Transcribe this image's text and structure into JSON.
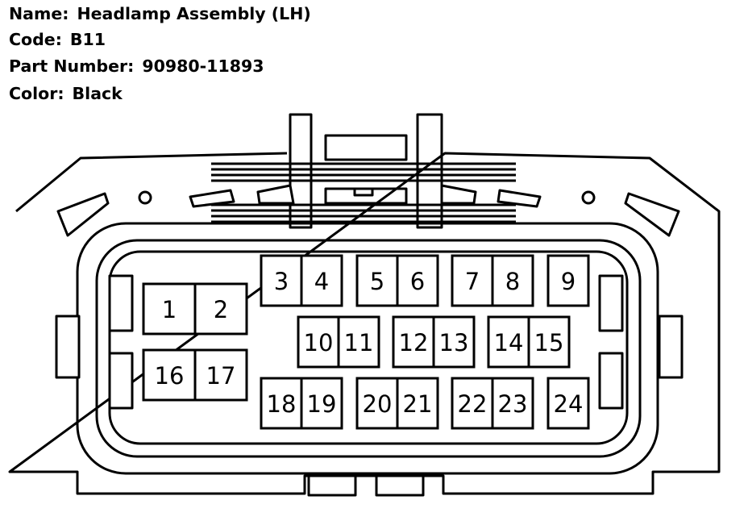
{
  "info": {
    "name_label": "Name:",
    "name_value": "Headlamp Assembly (LH)",
    "code_label": "Code:",
    "code_value": "B11",
    "part_label": "Part Number:",
    "part_value": "90980-11893",
    "color_label": "Color:",
    "color_value": "Black"
  },
  "pins": [
    "1",
    "2",
    "3",
    "4",
    "5",
    "6",
    "7",
    "8",
    "9",
    "10",
    "11",
    "12",
    "13",
    "14",
    "15",
    "16",
    "17",
    "18",
    "19",
    "20",
    "21",
    "22",
    "23",
    "24"
  ]
}
